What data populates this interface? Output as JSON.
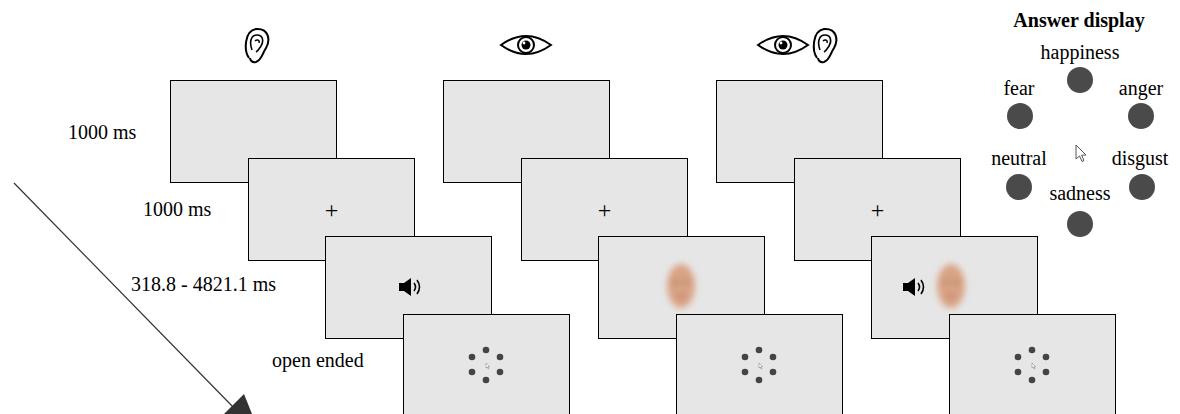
{
  "diagram": {
    "nodes": [
      {
        "text": [
          "+"
        ]
      },
      {
        "text": [
          "+"
        ]
      },
      {
        "text": [
          "+"
        ]
      }
    ],
    "labels": [
      "1000 ms",
      "1000 ms",
      "318.8 - 4821.1 ms",
      "open ended",
      "Answer display",
      "happiness",
      "fear",
      "anger",
      "neutral",
      "disgust",
      "sadness"
    ]
  }
}
